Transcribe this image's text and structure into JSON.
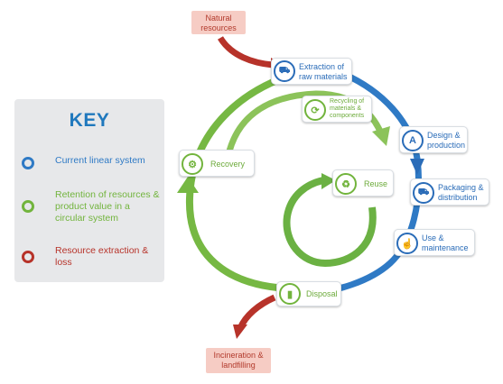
{
  "key": {
    "title": "KEY",
    "items": [
      {
        "label": "Current linear system",
        "color": "#2f7ac5"
      },
      {
        "label": "Retention of resources & product value in a circular system",
        "color": "#72b43d"
      },
      {
        "label": "Resource extraction & loss",
        "color": "#b7332a"
      }
    ]
  },
  "nodes": {
    "natural_resources": "Natural resources",
    "extraction": "Extraction of raw materials",
    "recycling": "Recycling of materials & components",
    "design": "Design & production",
    "packaging": "Packaging & distribution",
    "use": "Use & maintenance",
    "disposal": "Disposal",
    "incineration": "Incineration & landfilling",
    "recovery": "Recovery",
    "reuse": "Reuse"
  },
  "colors": {
    "linear": "#2f7ac5",
    "circular": "#72b43d",
    "loss": "#b7332a"
  }
}
